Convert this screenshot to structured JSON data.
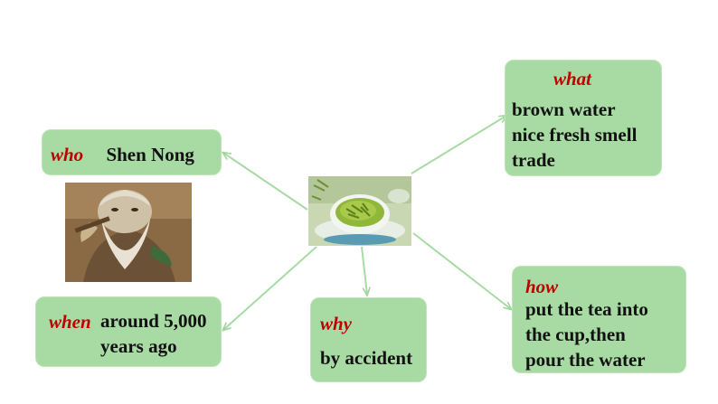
{
  "center": {
    "image": "green-tea-cup"
  },
  "nodes": {
    "who": {
      "label": "who",
      "answer": [
        "Shen Nong"
      ]
    },
    "what": {
      "label": "what",
      "answer": [
        "brown water",
        "nice fresh smell",
        "trade"
      ]
    },
    "when": {
      "label": "when",
      "answer": [
        "around 5,000",
        "years ago"
      ]
    },
    "why": {
      "label": "why",
      "answer": [
        "by accident"
      ]
    },
    "how": {
      "label": "how",
      "answer": [
        "put the tea into",
        "the cup,then",
        "pour the water"
      ]
    }
  },
  "portrait": {
    "image": "shen-nong-portrait"
  },
  "colors": {
    "box": "#a8dba4",
    "question": "#c00000",
    "arrow": "#a8dba4"
  }
}
